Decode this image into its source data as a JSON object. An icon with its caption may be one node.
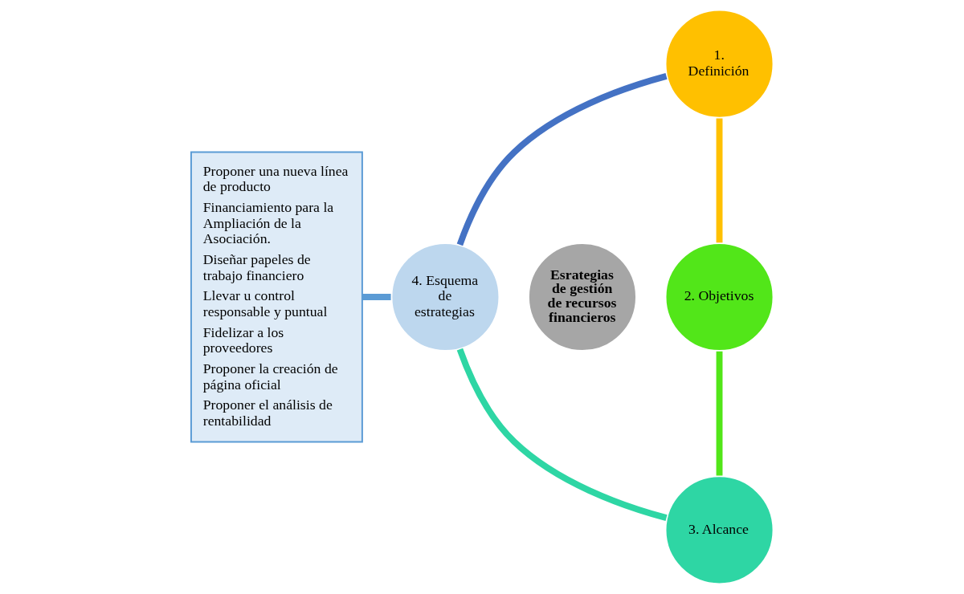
{
  "diagram": {
    "nodes": [
      {
        "text": [
          "Proponer una nueva línea de producto",
          "Financiamiento para la Ampliación de la Asociación.",
          "Diseñar papeles de trabajo financiero",
          "Llevar u control responsable y puntual",
          "Fidelizar a los proveedores",
          "Proponer la creación de página oficial",
          "Proponer el análisis de rentabilidad"
        ]
      },
      {
        "text": [
          "1. Definición"
        ]
      },
      {
        "text": [
          "2. Objetivos"
        ]
      },
      {
        "text": [
          "3. Alcance"
        ]
      },
      {
        "text": [
          "4. Esquema de estrategias"
        ]
      },
      {
        "text": [
          "Esrategias de gestión de recursos financieros"
        ]
      }
    ],
    "edges": [
      {
        "from": 1,
        "to": 2,
        "arrow": "none",
        "color": "#ffc000"
      },
      {
        "from": 2,
        "to": 3,
        "arrow": "none",
        "color": "#52e619"
      },
      {
        "from": 3,
        "to": 4,
        "arrow": "none",
        "color": "#2ed6a4"
      },
      {
        "from": 4,
        "to": 1,
        "arrow": "none",
        "color": "#4472c4"
      },
      {
        "from": 0,
        "to": 4,
        "arrow": "none",
        "color": "#5b9bd5"
      }
    ]
  }
}
